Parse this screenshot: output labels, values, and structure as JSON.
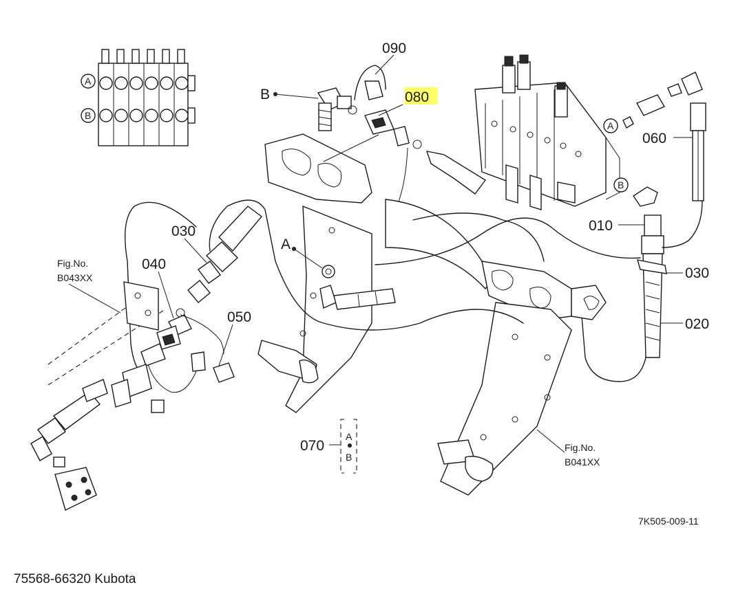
{
  "diagram": {
    "callouts": {
      "c090": "090",
      "c080": "080",
      "c060": "060",
      "c010": "010",
      "c030_left": "030",
      "c030_right": "030",
      "c040": "040",
      "c050": "050",
      "c020": "020",
      "c070": "070"
    },
    "letters": {
      "b_left": "B",
      "a_left": "A",
      "a_valve": "A",
      "b_valve": "B",
      "inset_a": "A",
      "inset_b": "B",
      "group_a": "A",
      "group_b": "B"
    },
    "fig_refs": {
      "left_label": "Fig.No.",
      "left_code": "B043XX",
      "right_label": "Fig.No.",
      "right_code": "B041XX"
    },
    "drawing_code": "7K505-009-11",
    "highlighted_part": "080",
    "highlight_color": "#ffff66"
  },
  "caption": "75568-66320 Kubota"
}
